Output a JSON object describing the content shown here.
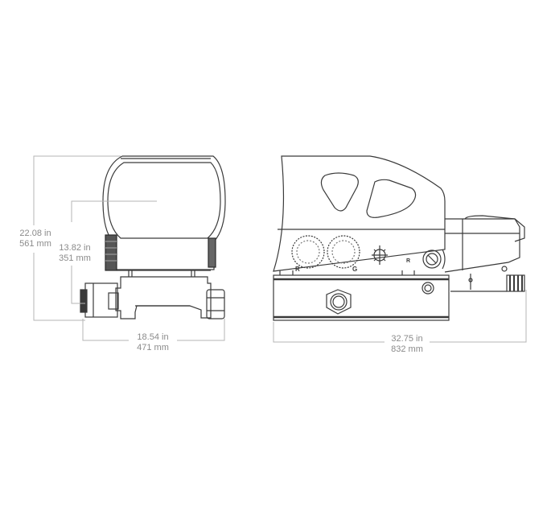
{
  "diagram": {
    "subject": "Reflex red dot sight with Picatinny mount — technical dimension drawing",
    "views": [
      {
        "name": "front-view"
      },
      {
        "name": "side-view"
      }
    ],
    "dimensions": {
      "front_total_height": {
        "in": "22.08 in",
        "mm": "561 mm"
      },
      "front_window_height": {
        "in": "13.82 in",
        "mm": "351 mm"
      },
      "front_width": {
        "in": "18.54 in",
        "mm": "471 mm"
      },
      "side_length": {
        "in": "32.75 in",
        "mm": "832 mm"
      }
    },
    "side_labels": {
      "red_dial": "R",
      "green_dial": "G",
      "reticle_marker": "R"
    },
    "colors": {
      "line": "#3a3a3a",
      "dimension_line": "#b5b5b5",
      "dimension_text": "#8a8a8a",
      "background": "#ffffff"
    }
  }
}
